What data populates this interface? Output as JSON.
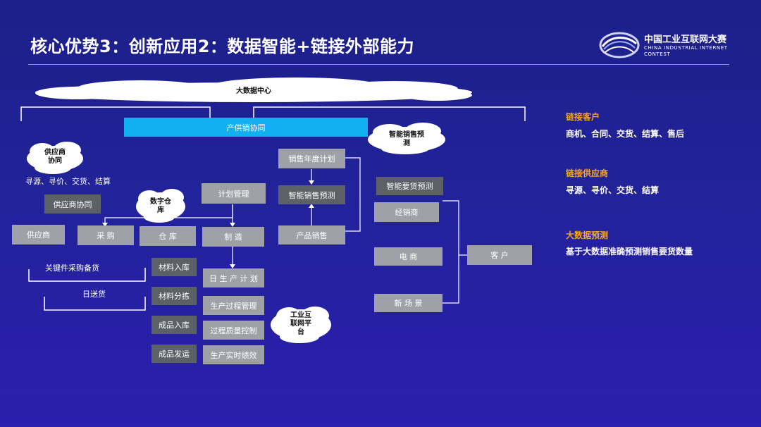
{
  "title": "核心优势3：创新应用2：数据智能+链接外部能力",
  "logo": {
    "cn": "中国工业互联网大赛",
    "en": "CHINA INDUSTRIAL INTERNET CONTEST"
  },
  "clouds": {
    "big_data_center": "大数据中心",
    "supplier_collab": "供应商\n协同",
    "digital_warehouse": "数字仓\n库",
    "smart_sales_forecast": "智能销售预\n测",
    "iiot_platform": "工业互\n联网平\n台"
  },
  "boxes": {
    "supply_sales": "产供销协同",
    "supplier_collab": "供应商协同",
    "supplier": "供应商",
    "purchase": "采 购",
    "warehouse": "仓 库",
    "manufacture": "制 造",
    "plan_mgmt": "计划管理",
    "annual_sales_plan": "销售年度计划",
    "smart_sales_forecast": "智能销售预测",
    "product_sales": "产品销售",
    "smart_demand_forecast": "智能要货预测",
    "distributor": "经销商",
    "ecommerce": "电 商",
    "new_scene": "新 场 景",
    "customer": "客 户",
    "material_in": "材料入库",
    "material_sort": "材料分拣",
    "product_in": "成品入库",
    "product_ship": "成品发运",
    "daily_plan": "日 生 产 计 划",
    "process_mgmt": "生产过程管理",
    "quality_ctrl": "过程质量控制",
    "realtime_kpi": "生产实时绩效"
  },
  "labels": {
    "supplier_tasks": "寻源、寻价、交货、结算",
    "key_parts": "关键件采购备货",
    "daily_delivery": "日送货"
  },
  "side": [
    {
      "heading": "链接客户",
      "text": "商机、合同、交货、结算、售后"
    },
    {
      "heading": "链接供应商",
      "text": "寻源、寻价、交货、结算"
    },
    {
      "heading": "大数据预测",
      "text": "基于大数据准确预测销售要货数量"
    }
  ],
  "colors": {
    "background": "#22229a",
    "accent_orange": "#f6a623",
    "cyan": "#12b0ee",
    "box_grey": "#9ea1a8",
    "box_dark": "#5b6166"
  }
}
